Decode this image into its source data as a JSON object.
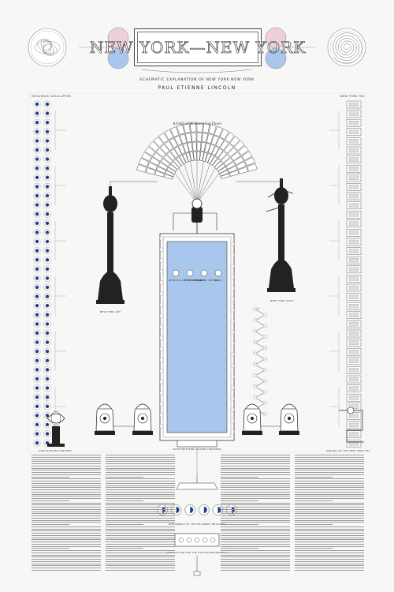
{
  "header": {
    "title": "NEW YORK—NEW YORK",
    "subtitle": "SCHEMATIC EXPLANATION OF NEW YORK NEW YORK",
    "author": "PAUL ETIENNE LINCOLN"
  },
  "diagram": {
    "field_title": "A Field of 96 Beach Cut Flows",
    "left_column_head": "INFLUENCE-GOLD-APERS",
    "right_column_head": "NEW YORK TEA",
    "left_figure_label": "NEW YORK ART",
    "right_figure_label": "NEW YORK GOLD",
    "bottom_left_label": "CIRCULATION CONCERN",
    "bottom_right_label": "MAKING OF THE NEW YORK TEA",
    "central_caption": "SOUTHWESTERN COLUMN CONCERNS",
    "dials_caption": "APPEARANCE OF THE INFLUENCE MEASURES",
    "bottom_caption": "PREPARATION FOR THE OFFICIAL BEGINNINGS",
    "center_panel_labels": [
      "REINSTALLED MEMBRANES",
      "TIME ANNUAL",
      "SILENT NATION",
      "DIALS"
    ]
  },
  "colors": {
    "background": "#f7f7f5",
    "ink": "#222222",
    "blue_glass": "#a9c6ec",
    "pink": "#efcfd8",
    "dot_blue": "#1f3f8f"
  }
}
